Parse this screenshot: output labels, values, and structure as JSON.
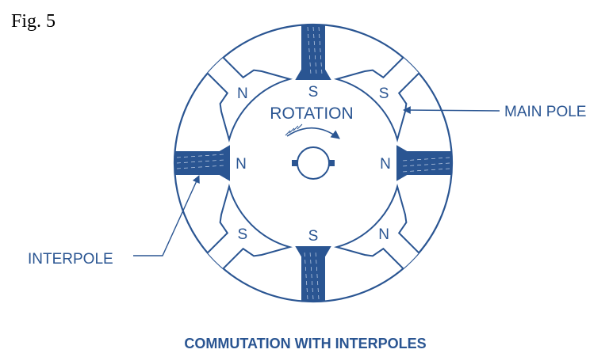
{
  "figure_label": "Fig. 5",
  "title": "COMMUTATION WITH INTERPOLES",
  "rotation_label": "ROTATION",
  "callouts": {
    "main_pole": "MAIN POLE",
    "interpole": "INTERPOLE"
  },
  "main_poles": [
    {
      "position": "upper-left",
      "polarity": "N"
    },
    {
      "position": "upper-right",
      "polarity": "S"
    },
    {
      "position": "lower-right",
      "polarity": "N"
    },
    {
      "position": "lower-left",
      "polarity": "S"
    }
  ],
  "interpoles": [
    {
      "position": "top",
      "polarity": "S"
    },
    {
      "position": "right",
      "polarity": "N"
    },
    {
      "position": "bottom",
      "polarity": "S"
    },
    {
      "position": "left",
      "polarity": "N"
    }
  ],
  "colors": {
    "line": "#2a5592",
    "fill": "#2a5592"
  }
}
